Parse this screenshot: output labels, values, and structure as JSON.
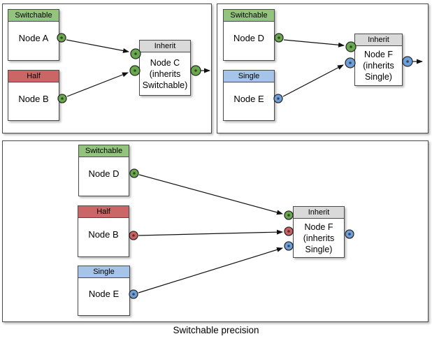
{
  "caption": "Switchable precision",
  "colors": {
    "switchable": "#93c47d",
    "half": "#cc6666",
    "single": "#a6c3e8",
    "inherit": "#d9d9d9",
    "port_green": "#6aa84f",
    "port_red": "#cc5f5f",
    "port_blue": "#6f9fd8",
    "edge": "#111111"
  },
  "panels": [
    {
      "id": "top-left",
      "nodes": [
        {
          "id": "A",
          "type": "Switchable",
          "label": "Node A",
          "output_port": "green"
        },
        {
          "id": "B",
          "type": "Half",
          "label": "Node B",
          "output_port": "green"
        },
        {
          "id": "C",
          "type": "Inherit",
          "label": "Node C (inherits Switchable)",
          "input_ports": [
            "green",
            "green"
          ],
          "output_port": "green"
        }
      ],
      "edges": [
        {
          "from": "Node A",
          "to": "Node C"
        },
        {
          "from": "Node B",
          "to": "Node C"
        },
        {
          "from": "Node C",
          "to": "output"
        }
      ]
    },
    {
      "id": "top-right",
      "nodes": [
        {
          "id": "D",
          "type": "Switchable",
          "label": "Node D",
          "output_port": "green"
        },
        {
          "id": "E",
          "type": "Single",
          "label": "Node E",
          "output_port": "blue"
        },
        {
          "id": "F",
          "type": "Inherit",
          "label": "Node F (inherits Single)",
          "input_ports": [
            "green",
            "blue"
          ],
          "output_port": "blue"
        }
      ],
      "edges": [
        {
          "from": "Node D",
          "to": "Node F"
        },
        {
          "from": "Node E",
          "to": "Node F"
        },
        {
          "from": "Node F",
          "to": "output"
        }
      ]
    },
    {
      "id": "bottom",
      "nodes": [
        {
          "id": "D",
          "type": "Switchable",
          "label": "Node D",
          "output_port": "green"
        },
        {
          "id": "B",
          "type": "Half",
          "label": "Node B",
          "output_port": "red"
        },
        {
          "id": "E",
          "type": "Single",
          "label": "Node E",
          "output_port": "blue"
        },
        {
          "id": "F",
          "type": "Inherit",
          "label": "Node F (inherits Single)",
          "input_ports": [
            "green",
            "red",
            "blue"
          ],
          "output_port": "blue"
        }
      ],
      "edges": [
        {
          "from": "Node D",
          "to": "Node F"
        },
        {
          "from": "Node B",
          "to": "Node F"
        },
        {
          "from": "Node E",
          "to": "Node F"
        }
      ]
    }
  ]
}
